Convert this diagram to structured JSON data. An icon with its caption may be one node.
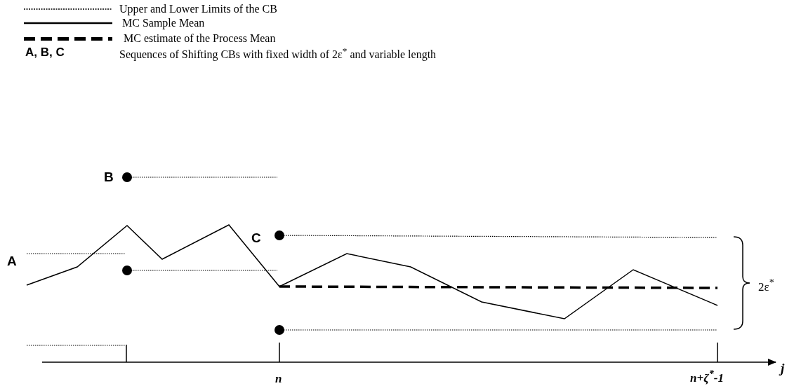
{
  "diagram": {
    "labels": [
      "A, B, C",
      "B",
      "C",
      "A",
      "2ε$^{*}$",
      "j",
      "n",
      "n+ζ$^{*}$-1"
    ],
    "legend": [
      {
        "text": "Upper and Lower Limits of the CB"
      },
      {
        "text": "MC Sample Mean"
      },
      {
        "text": "MC estimate of the Process Mean"
      },
      {
        "text": "Sequences of  Shifting  CBs  with fixed width of 2ε$^{*}$ and variable length"
      }
    ]
  }
}
